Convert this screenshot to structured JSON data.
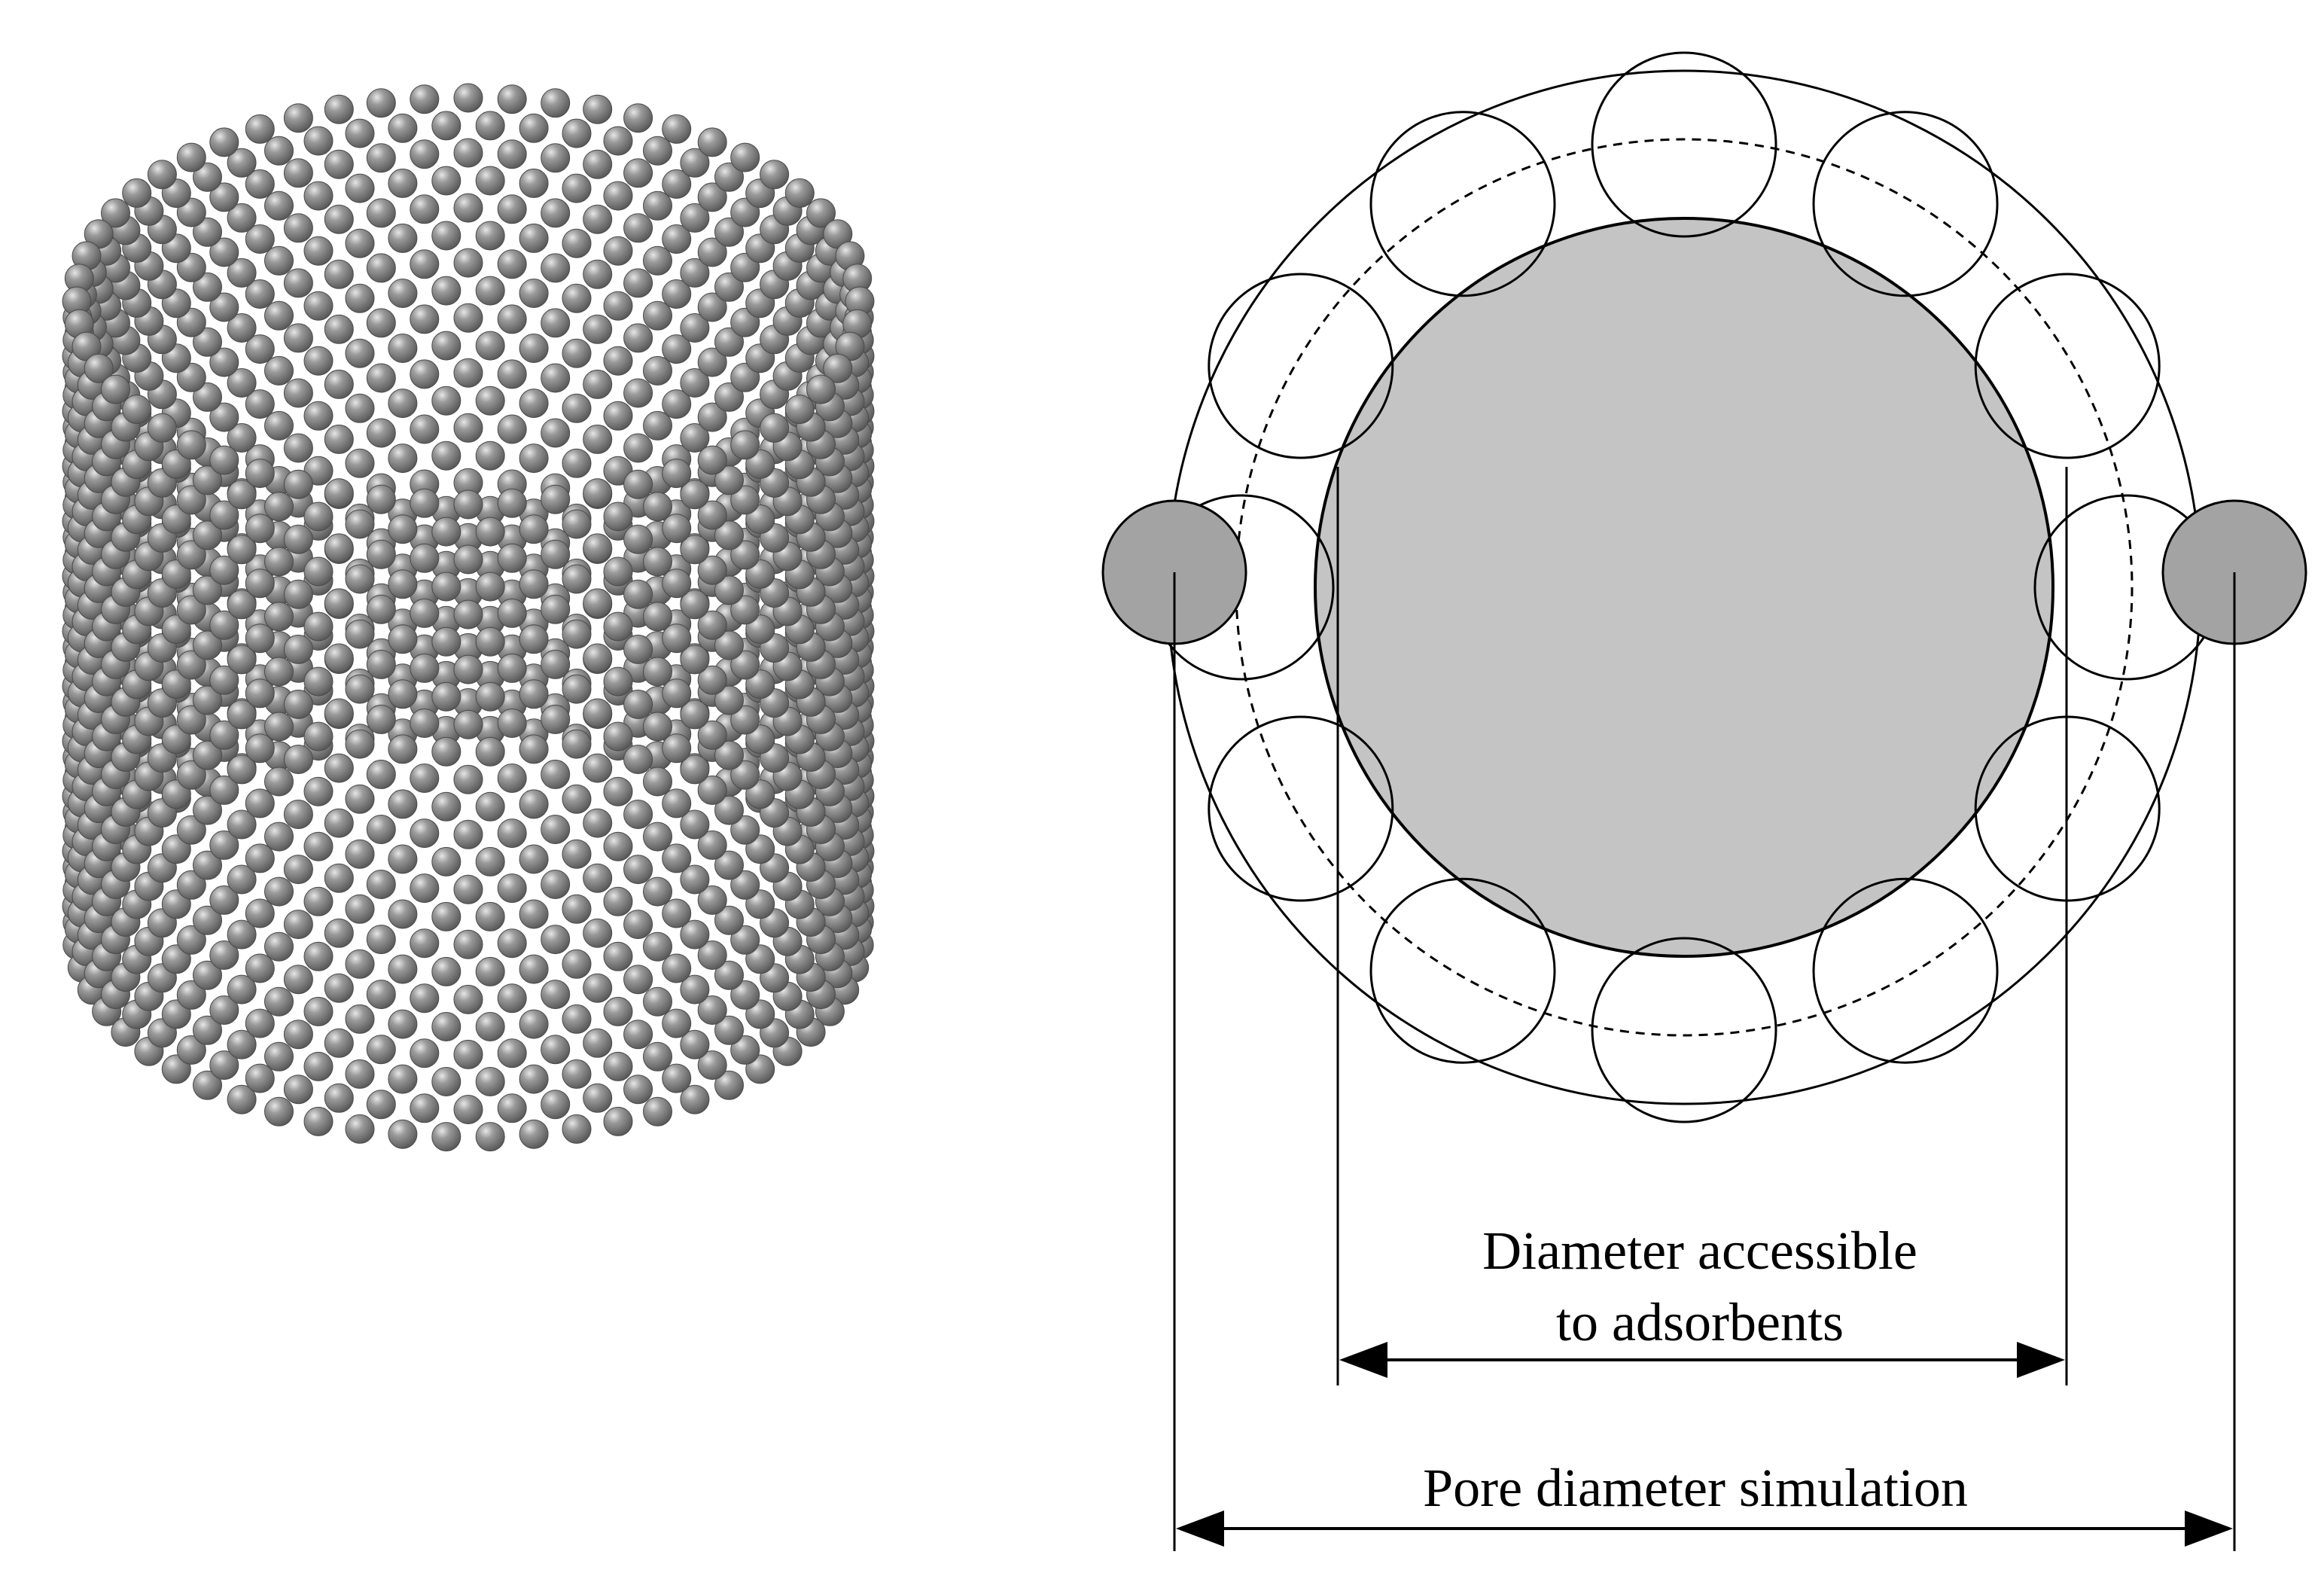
{
  "figure": {
    "labels": {
      "accessible_line1": "Diameter accessible",
      "accessible_line2": "to adsorbents",
      "pore_diameter": "Pore diameter simulation"
    },
    "cylinder": {
      "rings": 24,
      "atoms_per_ring": 56,
      "atom_color": "#6f6f6f",
      "highlight_color": "#e6e6e6"
    },
    "cross_section": {
      "small_circle_count": 12,
      "accessible_fill": "#c4c4c4",
      "wall_atom_fill": "#a3a3a3"
    }
  }
}
